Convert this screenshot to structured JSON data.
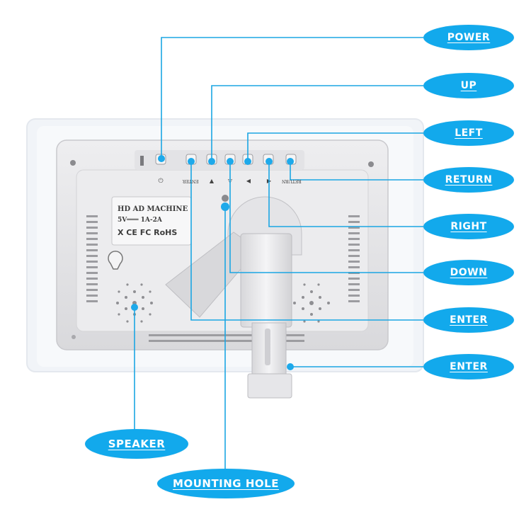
{
  "callouts": {
    "power": "POWER",
    "up": "UP",
    "left": "LEFT",
    "return": "RETURN",
    "right": "RIGHT",
    "down": "DOWN",
    "enter_1": "ENTER",
    "enter_2": "ENTER",
    "speaker": "SPEAKER",
    "mounting_hole": "MOUNTING HOLE"
  },
  "device": {
    "label_title": "HD AD MACHINE",
    "label_power": "5V═══ 1A-2A",
    "label_certs": "X  CE FC RoHS",
    "button_text_enter": "ENTER",
    "button_text_return": "RETURN"
  },
  "colors": {
    "callout_fill": "#12a9ec",
    "callout_text": "#ffffff",
    "leader_line": "#1ba6e3",
    "dot": "#1ea9ea",
    "device_body": "#e8e8ea"
  }
}
